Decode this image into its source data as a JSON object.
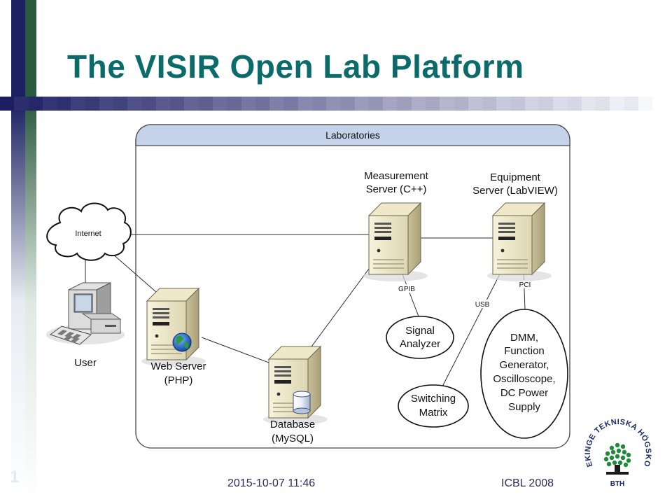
{
  "slide": {
    "title": "The VISIR Open Lab Platform",
    "slide_number": "1",
    "footer_date": "2015-10-07 11:46",
    "footer_conference": "ICBL 2008"
  },
  "colors": {
    "title": "#0b6b6b",
    "footer_text": "#2a2a66",
    "lab_header": "#c5d3ea",
    "lab_border": "#4a4a4a"
  },
  "diagram": {
    "container_label": "Laboratories",
    "nodes": {
      "internet": "Internet",
      "user": "User",
      "web_server": [
        "Web Server",
        "(PHP)"
      ],
      "database": [
        "Database",
        "(MySQL)"
      ],
      "measurement_server": [
        "Measurement",
        "Server (C++)"
      ],
      "equipment_server": [
        "Equipment",
        "Server (LabVIEW)"
      ],
      "signal_analyzer": [
        "Signal",
        "Analyzer"
      ],
      "switching_matrix": [
        "Switching",
        "Matrix"
      ],
      "instruments": [
        "DMM,",
        "Function",
        "Generator,",
        "Oscilloscope,",
        "DC Power",
        "Supply"
      ]
    },
    "connection_labels": {
      "gpib": "GPIB",
      "usb": "USB",
      "pci": "PCI"
    }
  },
  "logo": {
    "upper_text": "BLEKINGE TEKNISKA HÖGSKOLA",
    "lower_text": "BTH"
  }
}
